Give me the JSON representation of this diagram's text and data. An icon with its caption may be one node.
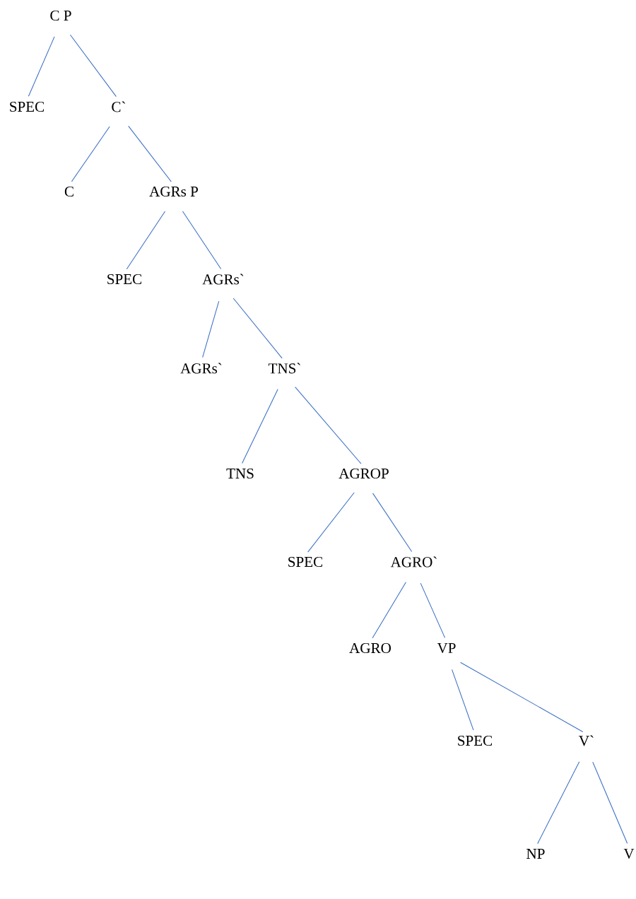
{
  "diagram": {
    "nodes": [
      {
        "text": [
          "C P"
        ]
      },
      {
        "text": [
          "SPEC"
        ]
      },
      {
        "text": [
          "C`"
        ]
      },
      {
        "text": [
          "C"
        ]
      },
      {
        "text": [
          "AGRs P"
        ]
      },
      {
        "text": [
          "SPEC"
        ]
      },
      {
        "text": [
          "AGRs`"
        ]
      },
      {
        "text": [
          "AGRs`"
        ]
      },
      {
        "text": [
          "TNS`"
        ]
      },
      {
        "text": [
          "TNS"
        ]
      },
      {
        "text": [
          "AGROP"
        ]
      },
      {
        "text": [
          "SPEC"
        ]
      },
      {
        "text": [
          "AGRO`"
        ]
      },
      {
        "text": [
          "AGRO"
        ]
      },
      {
        "text": [
          "VP"
        ]
      },
      {
        "text": [
          "SPEC"
        ]
      },
      {
        "text": [
          "V`"
        ]
      },
      {
        "text": [
          "NP"
        ]
      },
      {
        "text": [
          "V"
        ]
      }
    ],
    "edges": [
      {
        "from": 0,
        "to": 1,
        "arrow": "none"
      },
      {
        "from": 0,
        "to": 2,
        "arrow": "none"
      },
      {
        "from": 2,
        "to": 3,
        "arrow": "none"
      },
      {
        "from": 2,
        "to": 4,
        "arrow": "none"
      },
      {
        "from": 4,
        "to": 5,
        "arrow": "none"
      },
      {
        "from": 4,
        "to": 6,
        "arrow": "none"
      },
      {
        "from": 6,
        "to": 7,
        "arrow": "none"
      },
      {
        "from": 6,
        "to": 8,
        "arrow": "none"
      },
      {
        "from": 8,
        "to": 9,
        "arrow": "none"
      },
      {
        "from": 8,
        "to": 10,
        "arrow": "none"
      },
      {
        "from": 10,
        "to": 11,
        "arrow": "none"
      },
      {
        "from": 10,
        "to": 12,
        "arrow": "none"
      },
      {
        "from": 12,
        "to": 13,
        "arrow": "none"
      },
      {
        "from": 12,
        "to": 14,
        "arrow": "none"
      },
      {
        "from": 14,
        "to": 15,
        "arrow": "none"
      },
      {
        "from": 14,
        "to": 16,
        "arrow": "none"
      },
      {
        "from": 16,
        "to": 17,
        "arrow": "none"
      },
      {
        "from": 16,
        "to": 18,
        "arrow": "none"
      }
    ]
  }
}
